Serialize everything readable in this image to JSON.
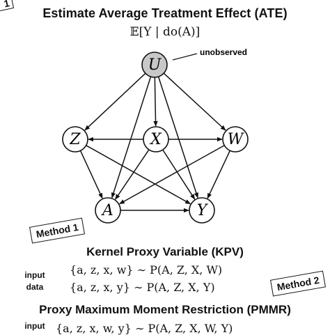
{
  "header": {
    "title": "Estimate Average Treatment Effect (ATE)",
    "estimand": "𝔼[Y | do(A)]"
  },
  "graph": {
    "unobserved_label": "unobserved",
    "nodes": [
      {
        "id": "U",
        "label": "U",
        "shaded": true
      },
      {
        "id": "Z",
        "label": "Z",
        "shaded": false
      },
      {
        "id": "X",
        "label": "X",
        "shaded": false
      },
      {
        "id": "W",
        "label": "W",
        "shaded": false
      },
      {
        "id": "A",
        "label": "A",
        "shaded": false
      },
      {
        "id": "Y",
        "label": "Y",
        "shaded": false
      }
    ],
    "edges": [
      {
        "from": "U",
        "to": "Z"
      },
      {
        "from": "U",
        "to": "X"
      },
      {
        "from": "U",
        "to": "W"
      },
      {
        "from": "U",
        "to": "A"
      },
      {
        "from": "U",
        "to": "Y"
      },
      {
        "from": "X",
        "to": "Z"
      },
      {
        "from": "X",
        "to": "W"
      },
      {
        "from": "X",
        "to": "A"
      },
      {
        "from": "X",
        "to": "Y"
      },
      {
        "from": "Z",
        "to": "A"
      },
      {
        "from": "W",
        "to": "Y"
      },
      {
        "from": "W",
        "to": "A"
      },
      {
        "from": "Z",
        "to": "Y"
      },
      {
        "from": "A",
        "to": "Y"
      }
    ],
    "colors": {
      "shaded_node": "#c8c8c8",
      "stroke": "#111111"
    }
  },
  "methods": {
    "top_tag": "1",
    "kpv": {
      "tag": "Method 1",
      "title": "Kernel Proxy Variable (KPV)",
      "input_label": "input",
      "data_label": "data",
      "formula1": "{a, z, x, w} ∼ P(A, Z, X, W)",
      "formula2": "{a, z, x, y} ∼ P(A, Z, X, Y)"
    },
    "pmmr": {
      "tag": "Method 2",
      "title": "Proxy Maximum Moment Restriction (PMMR)",
      "input_label": "input",
      "formula1": "{a, z, x, w, y} ∼ P(A, Z, X, W, Y)"
    }
  }
}
